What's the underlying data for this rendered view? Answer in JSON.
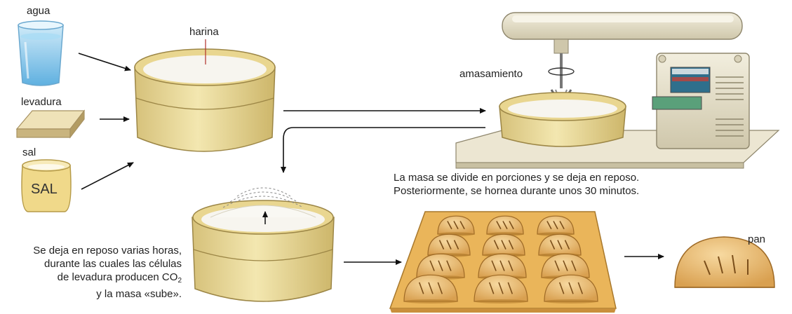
{
  "labels": {
    "water": "agua",
    "flour": "harina",
    "yeast": "levadura",
    "salt": "sal",
    "salt_jar": "SAL",
    "kneading": "amasamiento",
    "bread": "pan"
  },
  "captions": {
    "division_line1": "La masa se divide en porciones y se deja en reposo.",
    "division_line2": "Posteriormente, se hornea durante unos 30 minutos.",
    "rest_line1": "Se deja en reposo varias horas,",
    "rest_line2": "durante las cuales las células",
    "rest_line3_a": "de levadura producen CO",
    "rest_line3_sub": "2",
    "rest_line4": "y la masa «sube»."
  },
  "colors": {
    "bowl": "#efe1a0",
    "bowl_shadow": "#d9c47a",
    "dough": "#f4f2ec",
    "tray": "#e8b95a",
    "bun": "#f0c67c",
    "bun_shadow": "#c98f3c",
    "machine": "#e9e3cf",
    "water": "#9fd3ee",
    "yeast": "#d8c79a"
  }
}
